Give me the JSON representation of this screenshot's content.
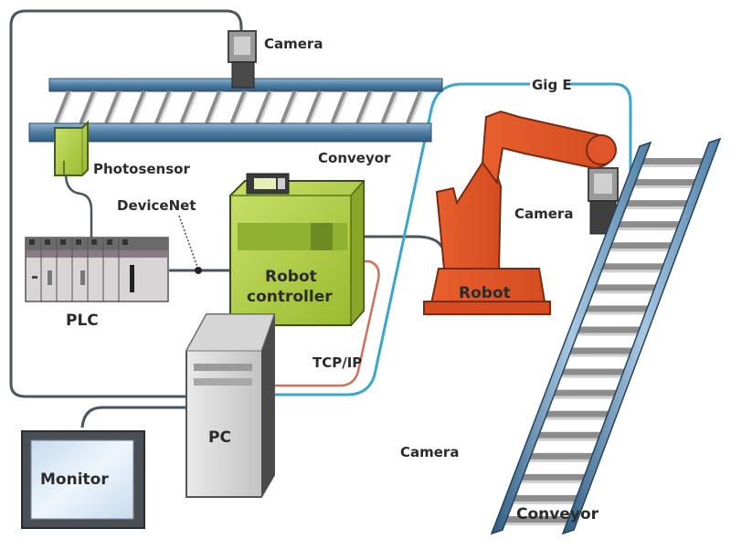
{
  "title": "Machine vision robot cell system diagram",
  "colors": {
    "cable_dark": "#4a5560",
    "cable_gige": "#3aa6c9",
    "cable_tcpip": "#d0705a",
    "conveyor_rail": "#4f7ea3",
    "conveyor_slat": "#8c8c8c",
    "green_device": "#a8c93a",
    "robot_orange": "#e0562a",
    "pc_gray": "#cfcfcf",
    "monitor_screen": "#dbe8f4"
  },
  "components": {
    "camera_top": "Camera",
    "conveyor_top": "Conveyor",
    "photosensor": "Photosensor",
    "devicenet": "DeviceNet",
    "plc": "PLC",
    "robot_controller_line1": "Robot",
    "robot_controller_line2": "controller",
    "robot": "Robot",
    "camera_robot": "Camera",
    "gige": "Gig E",
    "tcpip": "TCP/IP",
    "pc": "PC",
    "monitor": "Monitor",
    "camera_loose": "Camera",
    "conveyor_right": "Conveyor"
  }
}
